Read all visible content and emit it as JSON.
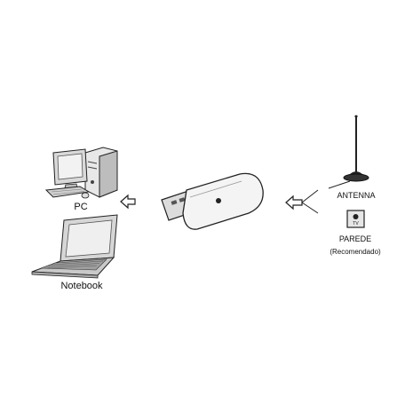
{
  "labels": {
    "pc": "PC",
    "notebook": "Notebook",
    "antenna": "ANTENNA",
    "tv": "TV",
    "wall": "PAREDE",
    "recommended": "(Recomendado)"
  },
  "icons": {
    "pc": "desktop-computer-icon",
    "notebook": "laptop-icon",
    "usb": "usb-tv-stick-icon",
    "antenna": "antenna-icon",
    "wall": "wall-tv-outlet-icon",
    "arrow": "arrow-left-icon"
  }
}
